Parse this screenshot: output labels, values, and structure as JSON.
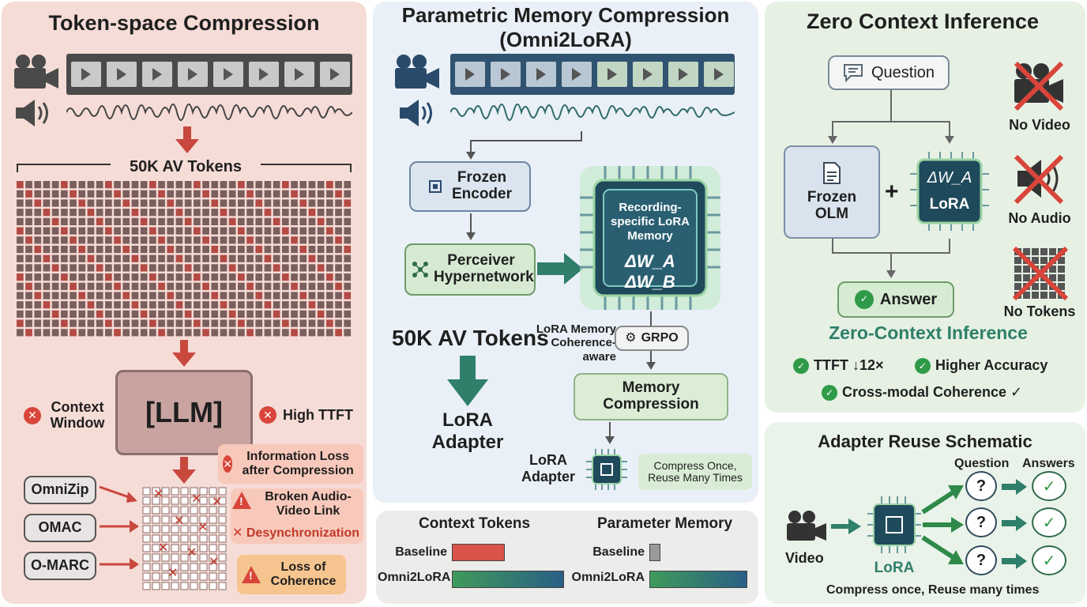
{
  "panel1": {
    "title": "Token-space Compression",
    "tokens_label": "50K AV Tokens",
    "llm_label": "[LLM]",
    "problem_context": "Context Window",
    "problem_ttft": "High TTFT",
    "issue_info_loss": "Information Loss after Compression",
    "issue_broken": "Broken Audio-Video Link",
    "issue_desync": "Desynchronization",
    "issue_coherence": "Loss of Coherence",
    "methods": [
      "OmniZip",
      "OMAC",
      "O-MARC"
    ]
  },
  "panel2": {
    "title": "Parametric Memory Compression (Omni2LoRA)",
    "frozen_encoder": "Frozen Encoder",
    "perceiver": "Perceiver Hypernetwork",
    "chip_label": "Recording-specific LoRA Memory",
    "chip_formula": "ΔW_A  ΔW_B",
    "tokens_label": "50K AV Tokens",
    "lora_adapter": "LoRA Adapter",
    "side_label": "LoRA Memory Coherence-aware",
    "grpo": "GRPO",
    "memory_compression": "Memory Compression",
    "lora_adapter_small": "LoRA Adapter",
    "compress_once": "Compress Once, Reuse Many Times"
  },
  "panel3": {
    "left_title": "Context Tokens",
    "right_title": "Parameter Memory",
    "row_baseline": "Baseline",
    "row_omni": "Omni2LoRA"
  },
  "chart_data": [
    {
      "type": "bar",
      "title": "Context Tokens",
      "categories": [
        "Baseline",
        "Omni2LoRA"
      ],
      "values": [
        0.47,
        1.0
      ],
      "colors": [
        "#d9534a",
        "#2f7f6a"
      ]
    },
    {
      "type": "bar",
      "title": "Parameter Memory",
      "categories": [
        "Baseline",
        "Omni2LoRA"
      ],
      "values": [
        0.08,
        1.0
      ],
      "colors": [
        "#9a9a9a",
        "#2f6f7a"
      ]
    }
  ],
  "panel4": {
    "title": "Zero Context Inference",
    "question": "Question",
    "frozen_olm": "Frozen OLM",
    "plus": "+",
    "lora_formula": "ΔW_A",
    "lora_label": "LoRA",
    "answer": "Answer",
    "subtitle": "Zero-Context Inference",
    "no_video": "No Video",
    "no_audio": "No Audio",
    "no_tokens": "No Tokens",
    "benefit_ttft": "TTFT ↓12×",
    "benefit_accuracy": "Higher Accuracy",
    "benefit_coherence": "Cross-modal Coherence ✓"
  },
  "panel5": {
    "title": "Adapter Reuse Schematic",
    "question_header": "Question",
    "answers_header": "Answers",
    "video": "Video",
    "lora": "LoRA",
    "caption": "Compress once, Reuse many times",
    "q_mark": "?",
    "check_mark": "✓"
  },
  "colors": {
    "red": "#d9453a",
    "green": "#2f9a48",
    "teal": "#2f7f6a",
    "film": "#4a4a4a"
  }
}
